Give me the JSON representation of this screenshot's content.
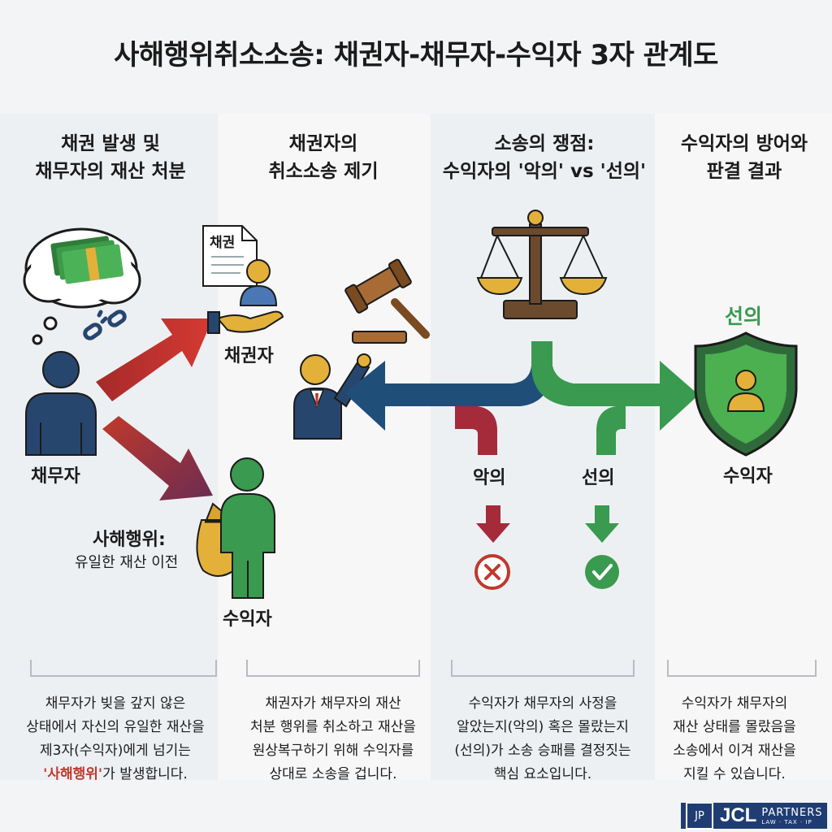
{
  "title": "사해행위취소소송: 채권자-채무자-수익자 3자 관계도",
  "columns": [
    {
      "head_line1": "채권 발생 및",
      "head_line2": "채무자의 재산 처분"
    },
    {
      "head_line1": "채권자의",
      "head_line2": "취소소송 제기"
    },
    {
      "head_line1": "소송의 쟁점:",
      "head_line2": "수익자의 '악의' vs '선의'"
    },
    {
      "head_line1": "수익자의 방어와",
      "head_line2": "판결 결과"
    }
  ],
  "labels": {
    "debtor": "채무자",
    "creditor": "채권자",
    "beneficiary_left": "수익자",
    "fraud_act": "사해행위:",
    "fraud_act_sub": "유일한 재산 이전",
    "doc_text": "채권",
    "bad_faith": "악의",
    "good_faith": "선의",
    "good_faith_top": "선의",
    "beneficiary_right": "수익자"
  },
  "descriptions": [
    {
      "l1": "채무자가 빚을 갚지 않은",
      "l2": "상태에서 자신의 유일한 재산을",
      "l3": "제3자(수익자)에게 넘기는",
      "l4_hl": "'사해행위'",
      "l4_rest": "가 발생합니다."
    },
    {
      "l1": "채권자가 채무자의 재산",
      "l2": "처분 행위를 취소하고 재산을",
      "l3": "원상복구하기 위해 수익자를",
      "l4": "상대로 소송을 겁니다."
    },
    {
      "l1": "수익자가 채무자의 사정을",
      "l2": "알았는지(악의) 혹은 몰랐는지",
      "l3": "(선의)가 소송 승패를 결정짓는",
      "l4": "핵심 요소입니다."
    },
    {
      "l1": "수익자가 채무자의",
      "l2": "재산 상태를 몰랐음을",
      "l3": "소송에서 이겨 재산을",
      "l4": "지킬 수 있습니다."
    }
  ],
  "brand": {
    "mark": "JP",
    "name": "JCL",
    "line1": "PARTNERS",
    "line2": "LAW · TAX · IP"
  },
  "colors": {
    "red": "#c0392b",
    "blue": "#1f4e79",
    "green": "#3a9a4f",
    "gold": "#e3b13a",
    "navy": "#27466e"
  }
}
